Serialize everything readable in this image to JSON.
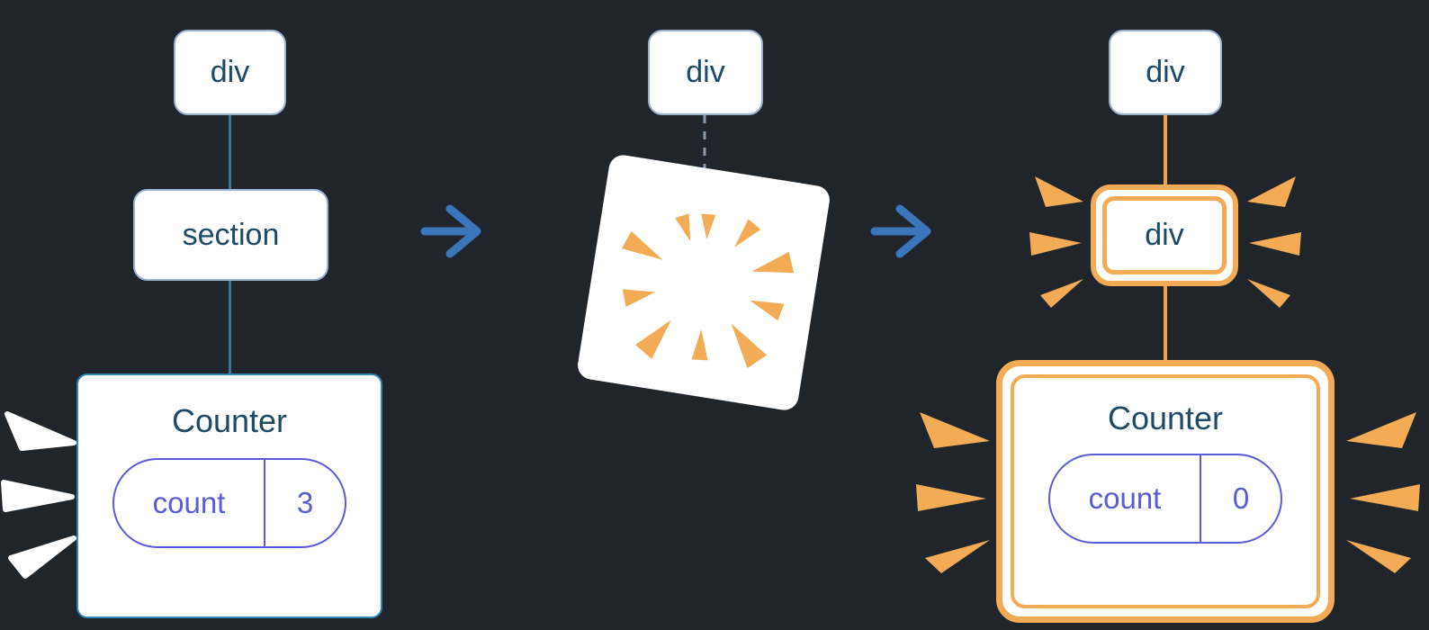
{
  "colors": {
    "background": "#20242B",
    "node_text": "#1D4A66",
    "node_border": "#9CB3D2",
    "tree_line_blue": "#3C7396",
    "component_border_blue": "#2E86B5",
    "state_purple": "#5B5BD6",
    "highlight_orange": "#F3AC55",
    "arrow_blue": "#3B76BA",
    "dashed_line": "#8A99AB",
    "spark_white": "#FFFFFF",
    "box_fill": "#FFFFFF"
  },
  "before_tree": {
    "root_label": "div",
    "child_label": "section",
    "component": {
      "title": "Counter",
      "state_key": "count",
      "state_value": "3"
    }
  },
  "transition": {
    "root_label": "div"
  },
  "after_tree": {
    "root_label": "div",
    "child_label": "div",
    "component": {
      "title": "Counter",
      "state_key": "count",
      "state_value": "0"
    }
  }
}
